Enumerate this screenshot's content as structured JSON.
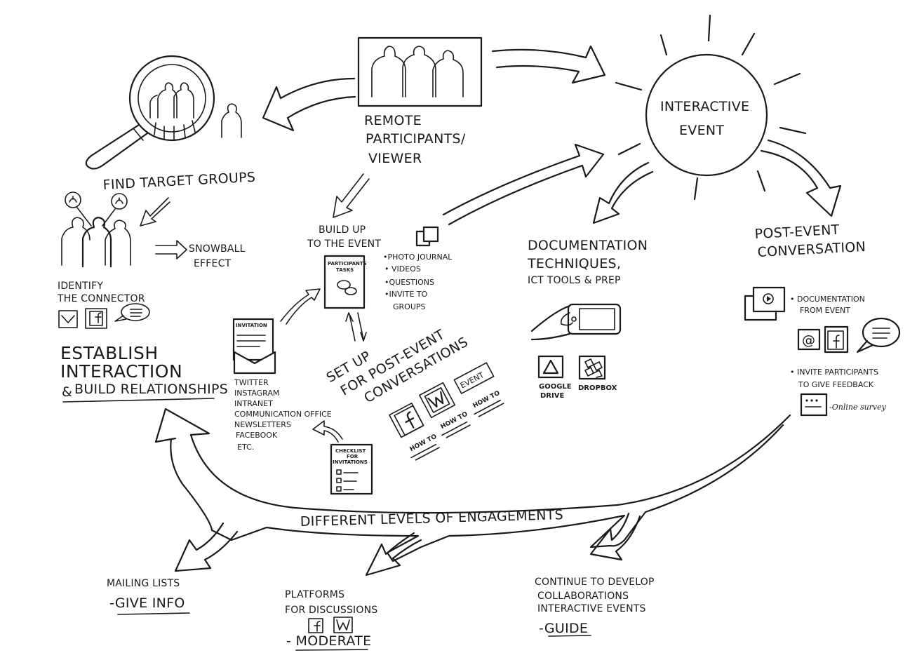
{
  "top": {
    "remote_line1": "REMOTE",
    "remote_line2": "PARTICIPANTS/",
    "remote_line3": "VIEWER"
  },
  "event": {
    "line1": "INTERACTIVE",
    "line2": "EVENT"
  },
  "left": {
    "find_target_groups": "FIND TARGET GROUPS",
    "snowball_line1": "SNOWBALL",
    "snowball_line2": "EFFECT",
    "identify_line1": "IDENTIFY",
    "identify_line2": "THE CONNECTOR",
    "establish_line1": "ESTABLISH",
    "establish_line2": "INTERACTION",
    "establish_line3_amp": "&",
    "establish_line3": "BUILD RELATIONSHIPS"
  },
  "build_up": {
    "title_line1": "BUILD UP",
    "title_line2": "TO THE EVENT",
    "card_line1": "PARTICIPANTS",
    "card_line2": "TASKS",
    "bullets": [
      "•PHOTO JOURNAL",
      "• VIDEOS",
      "•QUESTIONS",
      "•INVITE TO",
      "GROUPS"
    ]
  },
  "invitation": {
    "card_label": "INVITATION",
    "channels": [
      "TWITTER",
      "INSTAGRAM",
      "INTRANET",
      "COMMUNICATION OFFICE",
      "NEWSLETTERS",
      "FACEBOOK",
      "ETC."
    ],
    "checklist_line1": "CHECKLIST",
    "checklist_line2": "FOR",
    "checklist_line3": "INVITATIONS"
  },
  "setup": {
    "line1": "SET UP",
    "line2": "FOR POST-EVENT",
    "line3": "CONVERSATIONS",
    "event_tag": "EVENT",
    "howto": "HOW TO"
  },
  "documentation": {
    "line1": "DOCUMENTATION",
    "line2": "TECHNIQUES,",
    "line3": "ICT TOOLS & PREP",
    "google_line1": "GOOGLE",
    "google_line2": "DRIVE",
    "dropbox": "DROPBOX"
  },
  "post_event": {
    "line1": "POST-EVENT",
    "line2": "CONVERSATION",
    "doc_line1": "• DOCUMENTATION",
    "doc_line2": "FROM EVENT",
    "invite_line1": "• INVITE PARTICIPANTS",
    "invite_line2": "TO GIVE FEEDBACK",
    "survey": "-Online survey"
  },
  "engagement": {
    "title": "DIFFERENT LEVELS OF ENGAGEMENTS",
    "mailing_line1": "MAILING LISTS",
    "mailing_line2": "-GIVE INFO",
    "platforms_line1": "PLATFORMS",
    "platforms_line2": "FOR DISCUSSIONS",
    "platforms_line3": "- MODERATE",
    "continue_line1": "CONTINUE TO DEVELOP",
    "continue_line2": "COLLABORATIONS",
    "continue_line3": "INTERACTIVE EVENTS",
    "continue_line4": "-GUIDE"
  },
  "icons": [
    "magnifier-icon",
    "people-icon",
    "person-icon",
    "connector-icon",
    "mail-icon",
    "facebook-icon",
    "speech-bubble-icon",
    "documents-icon",
    "envelope-icon",
    "checklist-icon",
    "wordpress-icon",
    "smartphone-icon",
    "google-drive-icon",
    "dropbox-icon",
    "video-icon",
    "at-icon",
    "survey-icon",
    "sun-icon"
  ]
}
